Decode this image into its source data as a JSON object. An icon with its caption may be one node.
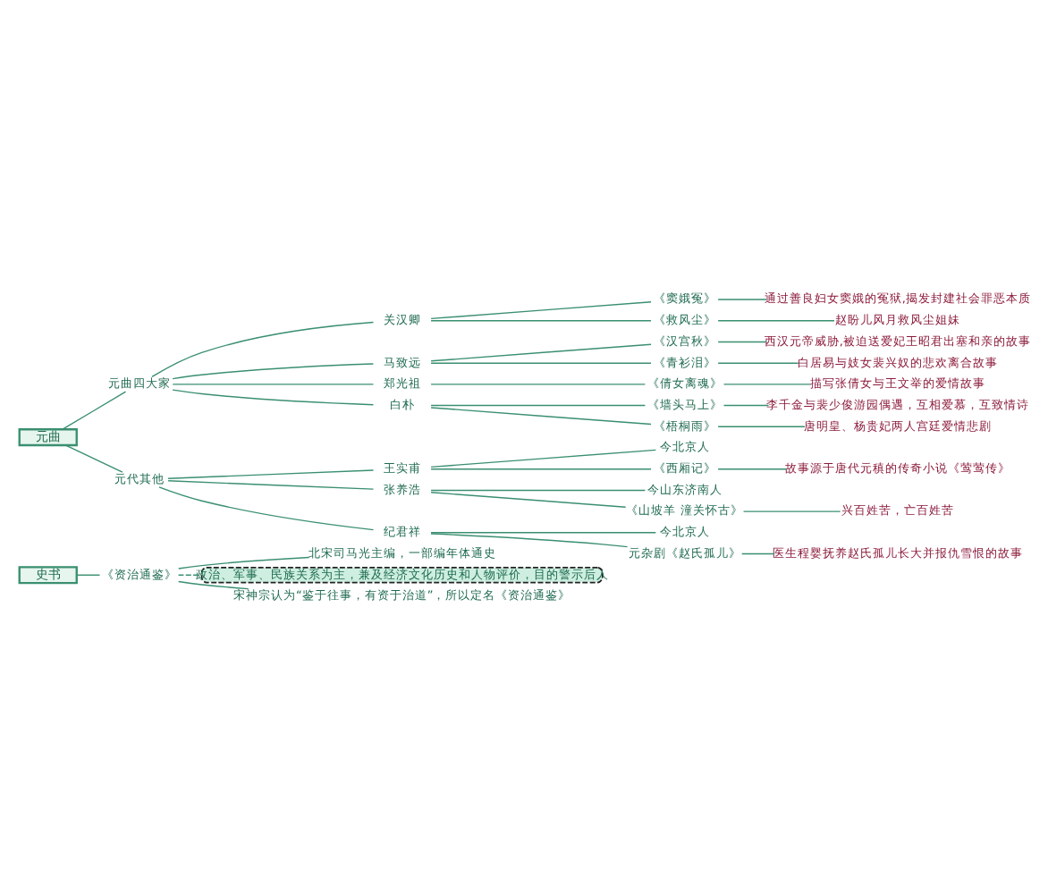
{
  "diagram": {
    "nodes": [
      {
        "text": [
          "史书"
        ]
      },
      {
        "text": [
          "《资治通鉴》"
        ]
      },
      {
        "text": [
          "北宋司马光主编，一部编年体通史"
        ]
      },
      {
        "text": [
          "政治、军事、民族关系为主，兼及经济文化历史和人物评价，目的警示后人"
        ]
      },
      {
        "text": [
          "宋神宗认为“鉴于往事，有资于治道”，所以定名《资治通鉴》"
        ]
      },
      {
        "text": [
          "元曲"
        ]
      },
      {
        "text": [
          "元曲四大家"
        ]
      },
      {
        "text": [
          "关汉卿"
        ]
      },
      {
        "text": [
          "《窦娥冤》"
        ]
      },
      {
        "text": [
          "通过善良妇女窦娥的冤狱,揭发封建社会罪恶本质"
        ]
      },
      {
        "text": [
          "《救风尘》"
        ]
      },
      {
        "text": [
          "赵盼儿风月救风尘姐妹"
        ]
      },
      {
        "text": [
          "马致远"
        ]
      },
      {
        "text": [
          "《汉宫秋》"
        ]
      },
      {
        "text": [
          "西汉元帝威胁,被迫送爱妃王昭君出塞和亲的故事"
        ]
      },
      {
        "text": [
          "《青衫泪》"
        ]
      },
      {
        "text": [
          "白居易与妓女裴兴奴的悲欢离合故事"
        ]
      },
      {
        "text": [
          "郑光祖"
        ]
      },
      {
        "text": [
          "《倩女离魂》"
        ]
      },
      {
        "text": [
          "描写张倩女与王文举的爱情故事"
        ]
      },
      {
        "text": [
          "白朴"
        ]
      },
      {
        "text": [
          "《墙头马上》"
        ]
      },
      {
        "text": [
          "李千金与裴少俊游园偶遇，互相爱慕，互致情诗"
        ]
      },
      {
        "text": [
          "《梧桐雨》"
        ]
      },
      {
        "text": [
          "唐明皇、杨贵妃两人宫廷爱情悲剧"
        ]
      },
      {
        "text": [
          "元代其他"
        ]
      },
      {
        "text": [
          "王实甫"
        ]
      },
      {
        "text": [
          "今北京人"
        ]
      },
      {
        "text": [
          "《西厢记》"
        ]
      },
      {
        "text": [
          "故事源于唐代元稹的传奇小说《莺莺传》"
        ]
      },
      {
        "text": [
          "张养浩"
        ]
      },
      {
        "text": [
          "今山东济南人"
        ]
      },
      {
        "text": [
          "《山坡羊 潼关怀古》"
        ]
      },
      {
        "text": [
          "兴百姓苦，亡百姓苦"
        ]
      },
      {
        "text": [
          "纪君祥"
        ]
      },
      {
        "text": [
          "今北京人"
        ]
      },
      {
        "text": [
          "元杂剧《赵氏孤儿》"
        ]
      },
      {
        "text": [
          "医生程婴抚养赵氏孤儿长大并报仇雪恨的故事"
        ]
      }
    ],
    "edges": [
      {
        "from": 0,
        "to": 1,
        "arrow": "none"
      },
      {
        "from": 1,
        "to": 2,
        "arrow": "none"
      },
      {
        "from": 1,
        "to": 3,
        "arrow": "none",
        "style": "dashed"
      },
      {
        "from": 1,
        "to": 4,
        "arrow": "none"
      },
      {
        "from": 5,
        "to": 6,
        "arrow": "none"
      },
      {
        "from": 6,
        "to": 7,
        "arrow": "none"
      },
      {
        "from": 7,
        "to": 8,
        "arrow": "none"
      },
      {
        "from": 8,
        "to": 9,
        "arrow": "none"
      },
      {
        "from": 7,
        "to": 10,
        "arrow": "none"
      },
      {
        "from": 10,
        "to": 11,
        "arrow": "none"
      },
      {
        "from": 6,
        "to": 12,
        "arrow": "none"
      },
      {
        "from": 12,
        "to": 13,
        "arrow": "none"
      },
      {
        "from": 13,
        "to": 14,
        "arrow": "none"
      },
      {
        "from": 12,
        "to": 15,
        "arrow": "none"
      },
      {
        "from": 15,
        "to": 16,
        "arrow": "none"
      },
      {
        "from": 6,
        "to": 17,
        "arrow": "none"
      },
      {
        "from": 17,
        "to": 18,
        "arrow": "none"
      },
      {
        "from": 18,
        "to": 19,
        "arrow": "none"
      },
      {
        "from": 6,
        "to": 20,
        "arrow": "none"
      },
      {
        "from": 20,
        "to": 21,
        "arrow": "none"
      },
      {
        "from": 21,
        "to": 22,
        "arrow": "none"
      },
      {
        "from": 20,
        "to": 23,
        "arrow": "none"
      },
      {
        "from": 23,
        "to": 24,
        "arrow": "none"
      },
      {
        "from": 5,
        "to": 25,
        "arrow": "none"
      },
      {
        "from": 25,
        "to": 26,
        "arrow": "none"
      },
      {
        "from": 26,
        "to": 27,
        "arrow": "none"
      },
      {
        "from": 26,
        "to": 28,
        "arrow": "none"
      },
      {
        "from": 28,
        "to": 29,
        "arrow": "none"
      },
      {
        "from": 25,
        "to": 30,
        "arrow": "none"
      },
      {
        "from": 30,
        "to": 31,
        "arrow": "none"
      },
      {
        "from": 30,
        "to": 32,
        "arrow": "none"
      },
      {
        "from": 32,
        "to": 33,
        "arrow": "none"
      },
      {
        "from": 25,
        "to": 34,
        "arrow": "none"
      },
      {
        "from": 34,
        "to": 35,
        "arrow": "none"
      },
      {
        "from": 34,
        "to": 36,
        "arrow": "none"
      },
      {
        "from": 36,
        "to": 37,
        "arrow": "none"
      }
    ]
  }
}
